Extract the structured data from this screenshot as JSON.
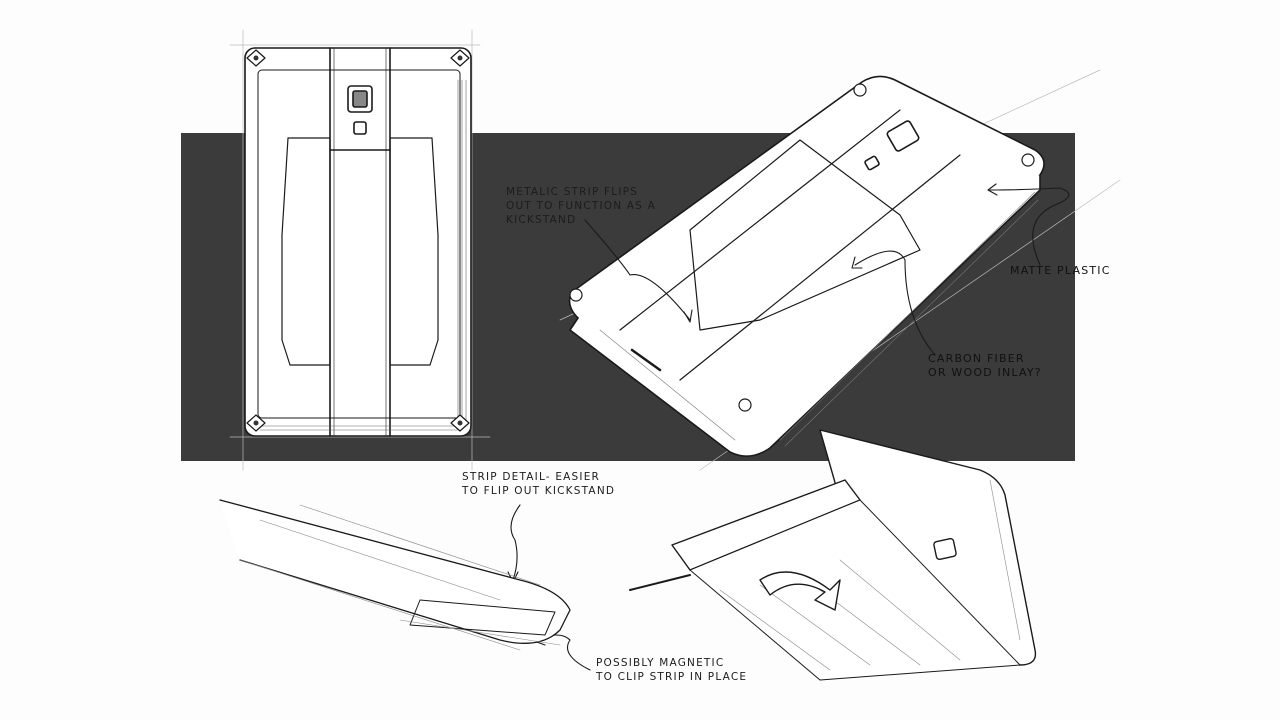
{
  "colors": {
    "panel": "#3b3b3b",
    "ink": "#1a1a1a",
    "paper": "#fdfdfd"
  },
  "annotations": {
    "kickstand": [
      "METALIC STRIP FLIPS",
      "OUT TO FUNCTION AS A",
      "KICKSTAND"
    ],
    "matte": [
      "MATTE PLASTIC"
    ],
    "inlay": [
      "CARBON FIBER",
      "OR WOOD INLAY?"
    ],
    "strip_detail": [
      "STRIP DETAIL- EASIER",
      "TO FLIP OUT KICKSTAND"
    ],
    "magnetic": [
      "POSSIBLY MAGNETIC",
      "TO CLIP STRIP IN PLACE"
    ]
  }
}
